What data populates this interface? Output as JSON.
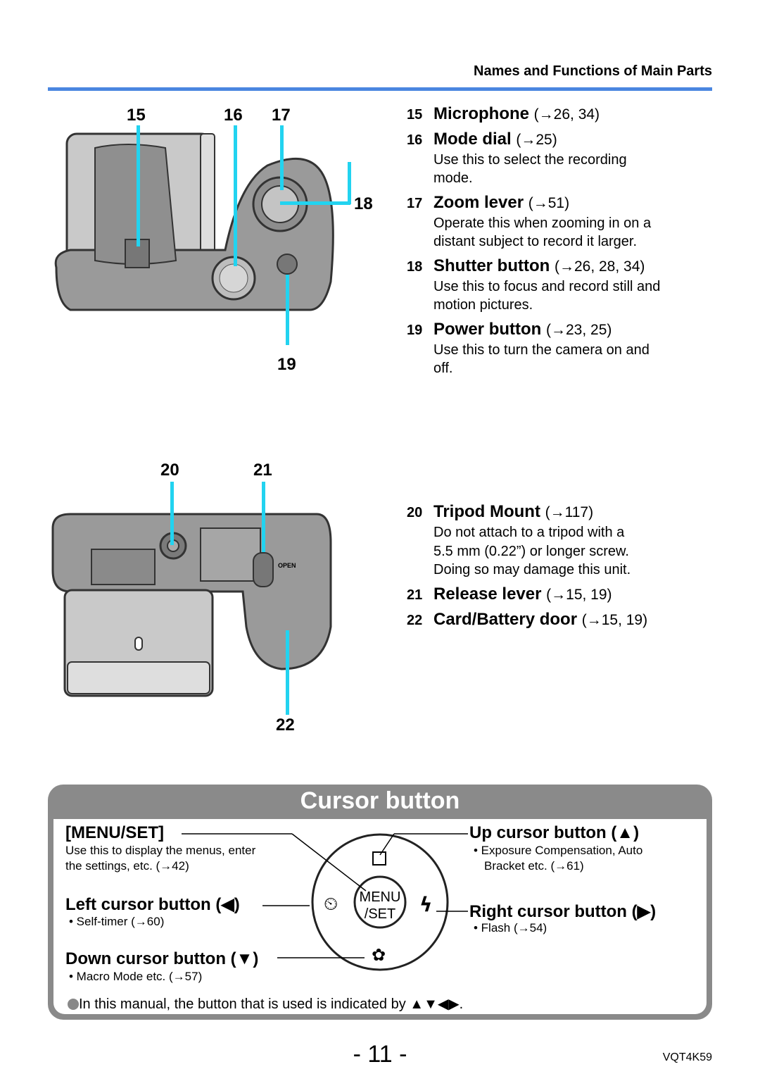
{
  "header": {
    "title": "Names and Functions of Main Parts"
  },
  "callouts_top": [
    "15",
    "16",
    "17",
    "18",
    "19"
  ],
  "callouts_bottom": [
    "20",
    "21",
    "22"
  ],
  "camera_bottom_label": "OPEN",
  "items_top": [
    {
      "num": "15",
      "title": "Microphone",
      "ref": "(→26, 34)",
      "desc": []
    },
    {
      "num": "16",
      "title": "Mode dial",
      "ref": "(→25)",
      "desc": [
        "Use this to select the recording",
        "mode."
      ]
    },
    {
      "num": "17",
      "title": "Zoom lever",
      "ref": "(→51)",
      "desc": [
        "Operate this when zooming in on a",
        "distant subject to record it larger."
      ]
    },
    {
      "num": "18",
      "title": "Shutter button",
      "ref": "(→26, 28, 34)",
      "desc": [
        "Use this to focus and record still and",
        "motion pictures."
      ]
    },
    {
      "num": "19",
      "title": "Power button",
      "ref": "(→23, 25)",
      "desc": [
        "Use this to turn the camera on and",
        "off."
      ]
    }
  ],
  "items_bottom": [
    {
      "num": "20",
      "title": "Tripod Mount",
      "ref": "(→117)",
      "desc": [
        "Do not attach to a tripod with a",
        "5.5 mm (0.22”) or longer screw.",
        "Doing so may damage this unit."
      ]
    },
    {
      "num": "21",
      "title": "Release lever",
      "ref": "(→15, 19)",
      "desc": []
    },
    {
      "num": "22",
      "title": "Card/Battery door",
      "ref": "(→15, 19)",
      "desc": []
    }
  ],
  "cursor": {
    "title": "Cursor button",
    "menu_set": {
      "label": "[MENU/SET]",
      "desc1": "Use this to display the menus, enter",
      "desc2": "the settings, etc. (→42)"
    },
    "up": {
      "label": "Up cursor button (▲)",
      "desc1": "• Exposure Compensation, Auto",
      "desc2": "Bracket etc. (→61)"
    },
    "left": {
      "label": "Left cursor button (◀)",
      "desc1": "• Self-timer (→60)"
    },
    "right": {
      "label": "Right cursor button (▶)",
      "desc1": "• Flash (→54)"
    },
    "down": {
      "label": "Down cursor button (▼)",
      "desc1": "• Macro Mode etc. (→57)"
    },
    "dial_menu_line1": "MENU",
    "dial_menu_line2": "/SET",
    "note": "In this manual, the button that is used is indicated by ▲▼◀▶."
  },
  "footer": {
    "page": "- 11 -",
    "code": "VQT4K59"
  },
  "colors": {
    "accent_blue": "#4a86e0",
    "callout_cyan": "#22d3f0",
    "panel_gray": "#8a8a8a"
  }
}
